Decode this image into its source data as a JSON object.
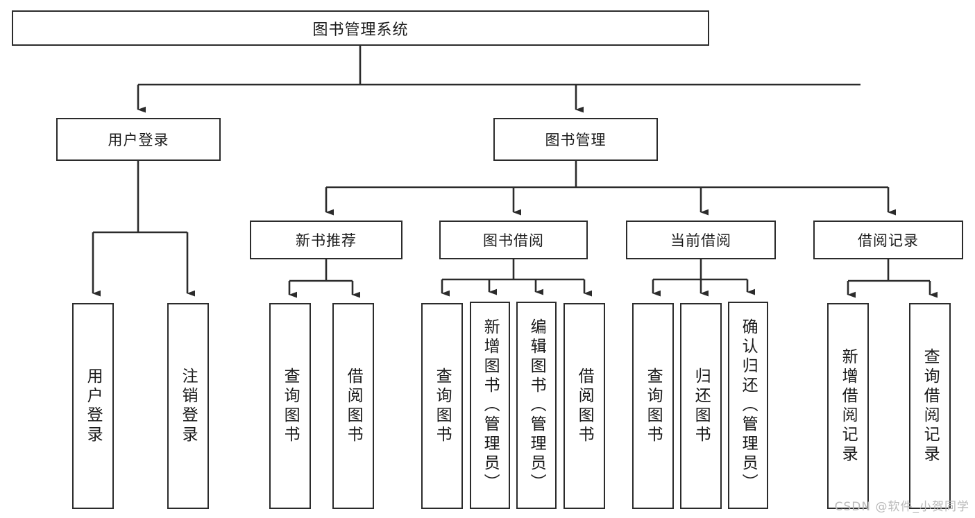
{
  "diagram": {
    "type": "tree-hierarchy",
    "title": "图书管理系统",
    "watermark": "CSDN @软件_小贺同学",
    "colors": {
      "stroke": "#2b2b2b",
      "fill": "#ffffff",
      "text": "#1a1a1a",
      "watermark": "#b9b9b9"
    },
    "levels": {
      "level1": [
        {
          "id": "root",
          "label": "图书管理系统"
        }
      ],
      "level2": [
        {
          "id": "user-login",
          "label": "用户登录"
        },
        {
          "id": "book-manage",
          "label": "图书管理"
        }
      ],
      "level3": [
        {
          "id": "new-book-recommend",
          "label": "新书推荐"
        },
        {
          "id": "book-borrow",
          "label": "图书借阅"
        },
        {
          "id": "current-borrow",
          "label": "当前借阅"
        },
        {
          "id": "borrow-record",
          "label": "借阅记录"
        }
      ],
      "level4": [
        {
          "id": "leaf-user-login",
          "label": "用户登录",
          "parent": "user-login"
        },
        {
          "id": "leaf-logout",
          "label": "注销登录",
          "parent": "user-login"
        },
        {
          "id": "leaf-query-book-1",
          "label": "查询图书",
          "parent": "new-book-recommend"
        },
        {
          "id": "leaf-borrow-book-1",
          "label": "借阅图书",
          "parent": "new-book-recommend"
        },
        {
          "id": "leaf-query-book-2",
          "label": "查询图书",
          "parent": "book-borrow"
        },
        {
          "id": "leaf-add-book",
          "label": "新增图书（管理员）",
          "parent": "book-borrow"
        },
        {
          "id": "leaf-edit-book",
          "label": "编辑图书（管理员）",
          "parent": "book-borrow"
        },
        {
          "id": "leaf-borrow-book-2",
          "label": "借阅图书",
          "parent": "book-borrow"
        },
        {
          "id": "leaf-query-book-3",
          "label": "查询图书",
          "parent": "current-borrow"
        },
        {
          "id": "leaf-return-book",
          "label": "归还图书",
          "parent": "current-borrow"
        },
        {
          "id": "leaf-confirm-return",
          "label": "确认归还（管理员）",
          "parent": "current-borrow"
        },
        {
          "id": "leaf-add-record",
          "label": "新增借阅记录",
          "parent": "borrow-record"
        },
        {
          "id": "leaf-query-record",
          "label": "查询借阅记录",
          "parent": "borrow-record"
        }
      ]
    }
  }
}
